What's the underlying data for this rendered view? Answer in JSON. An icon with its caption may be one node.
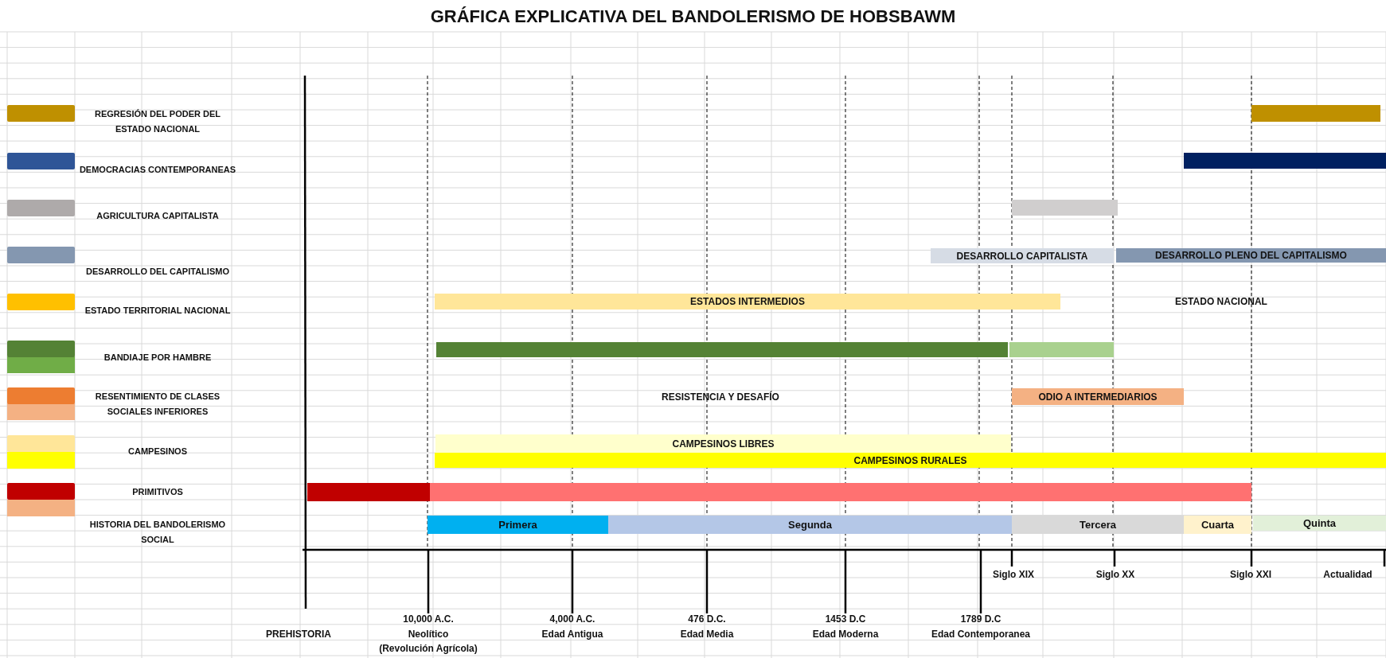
{
  "diagram": {
    "title": "GRÁFICA EXPLICATIVA DEL BANDOLERISMO DE HOBSBAWM",
    "nodes": [
      {
        "text": [],
        "shape": "bar"
      },
      {
        "text": [],
        "shape": "bar"
      },
      {
        "text": [],
        "shape": "bar"
      },
      {
        "text": [
          "DESARROLLO CAPITALISTA"
        ]
      },
      {
        "text": [
          "DESARROLLO PLENO DEL CAPITALISMO"
        ]
      },
      {
        "text": [
          "ESTADOS INTERMEDIOS"
        ]
      },
      {
        "text": [],
        "shape": "bar"
      },
      {
        "text": [],
        "shape": "bar"
      },
      {
        "text": [
          "ODIO A INTERMEDIARIOS"
        ]
      },
      {
        "text": [
          "CAMPESINOS LIBRES"
        ]
      },
      {
        "text": [
          "CAMPESINOS RURALES"
        ]
      },
      {
        "text": [],
        "shape": "bar"
      },
      {
        "text": [],
        "shape": "bar"
      },
      {
        "text": [
          "Primera"
        ]
      },
      {
        "text": [
          "Segunda"
        ]
      },
      {
        "text": [
          "Tercera"
        ]
      },
      {
        "text": [
          "Cuarta"
        ]
      },
      {
        "text": [
          "Quinta"
        ]
      },
      {
        "text": [],
        "shape": "bar"
      },
      {
        "text": [],
        "shape": "bar"
      },
      {
        "text": [],
        "shape": "bar"
      },
      {
        "text": [],
        "shape": "bar"
      }
    ],
    "labels": [
      "ESTADO NACIONAL",
      "RESISTENCIA Y DESAFÍO",
      "HISTORIA DEL BANDOLERISMO SOCIAL",
      "Siglo XIX",
      "Siglo XX",
      "Siglo XXI",
      "Actualidad",
      "10,000 A.C.",
      "4,000 A.C.",
      "476 D.C.",
      "1453 D.C",
      "1789 D.C",
      "PREHISTORIA",
      "Neolítico",
      "Edad Antigua",
      "Edad Media",
      "Edad Moderna",
      "Edad Contemporanea",
      "(Revolución Agrícola)"
    ],
    "legend": [
      {
        "text": "REGRESIÓN DEL PODER DEL ESTADO NACIONAL",
        "color": "#bf9000"
      },
      {
        "text": "DEMOCRACIAS CONTEMPORANEAS",
        "color": "#2f5597"
      },
      {
        "text": "AGRICULTURA CAPITALISTA",
        "color": "#aeaaaa"
      },
      {
        "text": "DESARROLLO DEL CAPITALISMO",
        "color": "#8497b0"
      },
      {
        "text": "ESTADO TERRITORIAL NACIONAL",
        "color": "#ffc000"
      },
      {
        "text": "BANDIAJE POR HAMBRE",
        "color": "#548235"
      },
      {
        "text": "RESENTIMIENTO DE CLASES SOCIALES INFERIORES",
        "color": "#ed7d31"
      },
      {
        "text": "CAMPESINOS",
        "color": "#ffe699"
      },
      {
        "text": "PRIMITIVOS",
        "color": "#c00000"
      }
    ]
  }
}
